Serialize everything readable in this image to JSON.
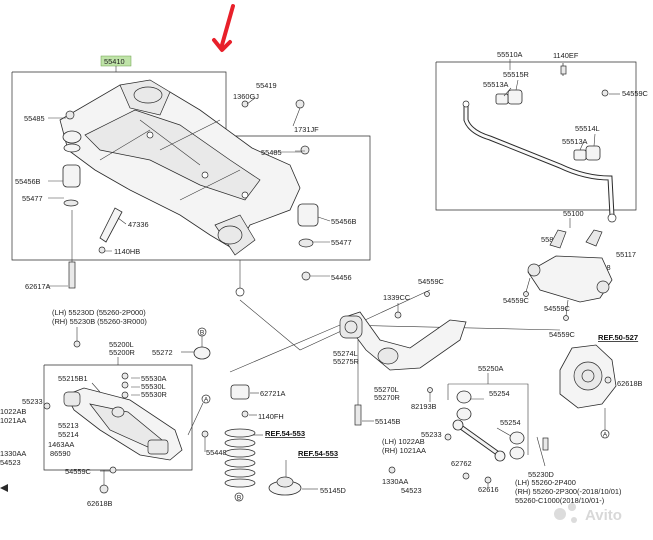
{
  "labels": {
    "l55410": "55410",
    "l55419": "55419",
    "l1360gj": "1360GJ",
    "l1731jf": "1731JF",
    "l55485a": "55485",
    "l55485b": "55485",
    "l55456b_l": "55456B",
    "l55477_l": "55477",
    "l47336": "47336",
    "l1140hb": "1140HB",
    "l55456b_r": "55456B",
    "l55477_r": "55477",
    "l54456": "54456",
    "l62617a": "62617A",
    "l55510a": "55510A",
    "l1140ef": "1140EF",
    "l55515r": "55515R",
    "l55513a": "55513A",
    "l54559c_top": "54559C",
    "l55514l": "55514L",
    "l55513a_b": "55513A",
    "l55100": "55100",
    "l55888_a": "55888",
    "l55117_a": "55117",
    "l55888_b": "55888",
    "l55117_b": "55117",
    "l54559c_mid": "54559C",
    "l54559c_r": "54559C",
    "l54559c_rr": "54559C",
    "l1339cc": "1339CC",
    "l55274l": "55274L",
    "l55275r": "55275R",
    "l55270l": "55270L",
    "l55270r": "55270R",
    "l82193b": "82193B",
    "l55145b": "55145B",
    "l55250a": "55250A",
    "l55254_a": "55254",
    "l55254_b": "55254",
    "l55233_r": "55233",
    "l1022ab_r": "(LH) 1022AB",
    "l1021aa_r": "(RH) 1021AA",
    "l1330aa_r": "1330AA",
    "l54523_r": "54523",
    "l62762": "62762",
    "l62616": "62616",
    "l55230d_r": "55230D",
    "l55260lh": "(LH) 55260-2P400",
    "l55260rh": "(RH) 55260-2P300(-2018/10/01)",
    "l55260c1": "55260-C1000(2018/10/01-)",
    "ref5052": "REF.50-527",
    "l62618b_r": "62618B",
    "lh55230d": "(LH) 55230D (55260-2P000)",
    "rh55230b": "(RH) 55230B (55260-3R000)",
    "l55200l": "55200L",
    "l55200r": "55200R",
    "l55272": "55272",
    "l55215b1": "55215B1",
    "l55530a": "55530A",
    "l55530l": "55530L",
    "l55530r": "55530R",
    "l55233_l": "55233",
    "l1022ab_l": "1022AB",
    "l1021aa_l": "1021AA",
    "l55213": "55213",
    "l55214": "55214",
    "l1463aa": "1463AA",
    "l86590": "86590",
    "l1330aa_l": "1330AA",
    "l54523_l": "54523",
    "l54559c_l": "54559C",
    "l55448": "55448",
    "l62618b_l": "62618B",
    "l62721a": "62721A",
    "l1140fh": "1140FH",
    "ref54553a": "REF.54-553",
    "ref54553b": "REF.54-553",
    "l55145d": "55145D"
  },
  "markers": {
    "a": "A",
    "b": "B"
  },
  "watermark": "Avito",
  "colors": {
    "arrow": "#e8202a",
    "tag": "#bfe3a8",
    "line": "#3a3a3a"
  }
}
